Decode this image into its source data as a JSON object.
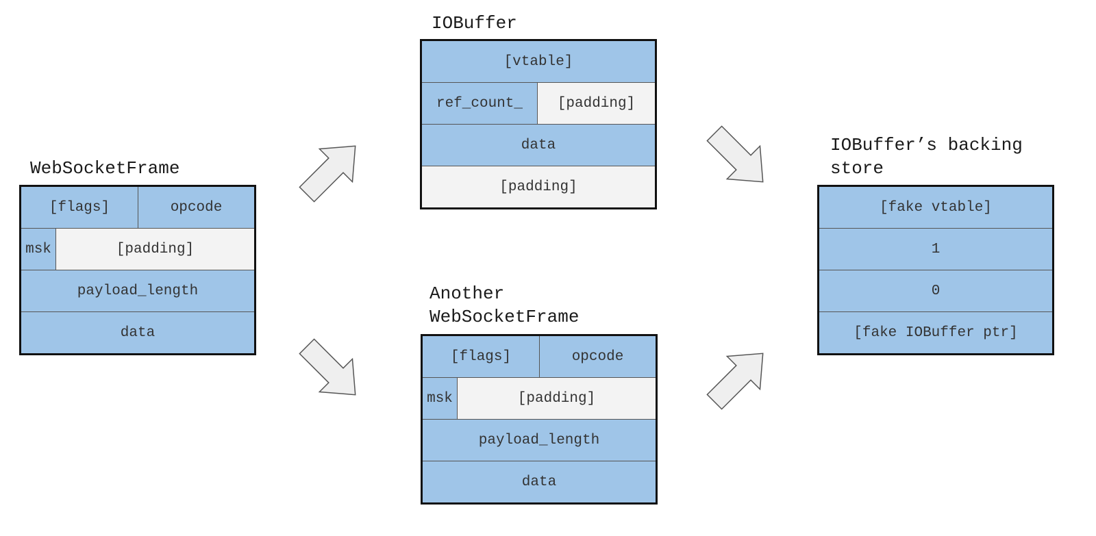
{
  "colors": {
    "field": "#9fc5e8",
    "padding": "#f3f3f3",
    "border": "#111111",
    "arrow_fill": "#efefef",
    "arrow_stroke": "#555555"
  },
  "frame1": {
    "title": "WebSocketFrame",
    "flags": "[flags]",
    "opcode": "opcode",
    "msk": "msk",
    "padding": "[padding]",
    "payload_length": "payload_length",
    "data": "data"
  },
  "iobuffer": {
    "title": "IOBuffer",
    "vtable": "[vtable]",
    "ref_count": "ref_count_",
    "padding1": "[padding]",
    "data": "data",
    "padding2": "[padding]"
  },
  "frame2": {
    "title": "Another\nWebSocketFrame",
    "flags": "[flags]",
    "opcode": "opcode",
    "msk": "msk",
    "padding": "[padding]",
    "payload_length": "payload_length",
    "data": "data"
  },
  "backing": {
    "title": "IOBuffer’s backing\nstore",
    "fake_vtable": "[fake vtable]",
    "one": "1",
    "zero": "0",
    "fake_ptr": "[fake IOBuffer ptr]"
  },
  "arrows": [
    "arrow-up-right",
    "arrow-down-right",
    "arrow-down-right",
    "arrow-up-right"
  ]
}
